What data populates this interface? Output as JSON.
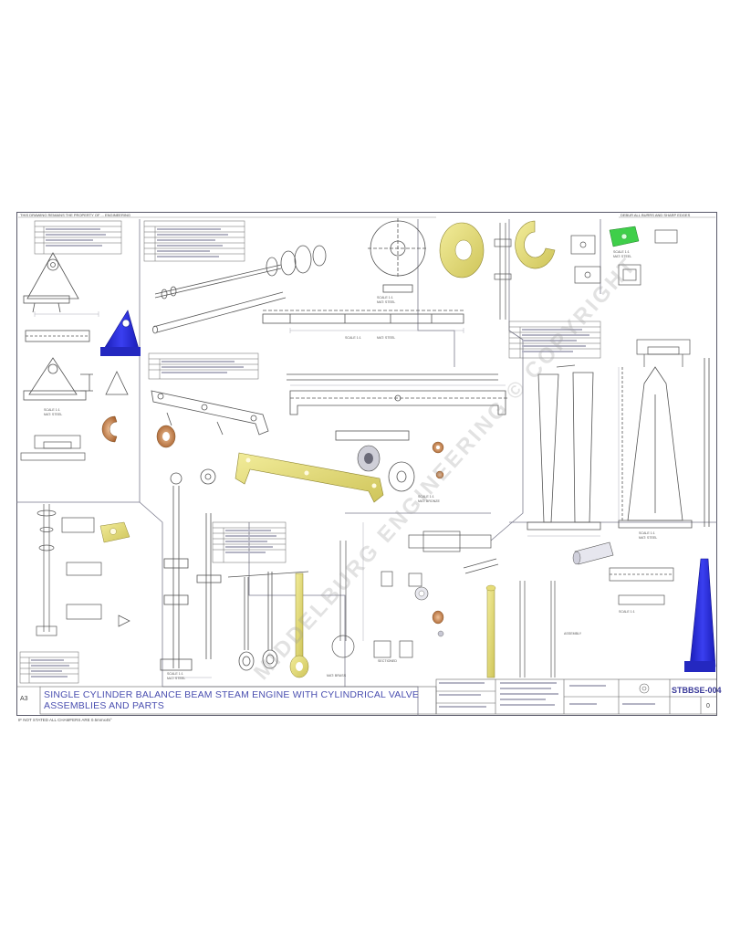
{
  "drawing": {
    "title_line1": "SINGLE CYLINDER BALANCE BEAM STEAM ENGINE WITH CYLINDRICAL VALVE",
    "title_line2": "ASSEMBLIES AND PARTS",
    "drawing_number": "STBBSE-004",
    "sheet_size": "A3",
    "revision": "0",
    "footnote": "IF NOT STATED ALL CHAMFERS ARE 0.5mmx45°",
    "watermark": "MIDDELBURG ENGINEERING © COPYRIGHT"
  },
  "notes": {
    "top_left_legal": "THIS DRAWING REMAINS THE PROPERTY OF ... ENGINEERING",
    "top_right_deburr": "DEBUR ALL BURRS AND SHARP EDGES",
    "scale_1_1": "SCALE 1:1",
    "mat_steel": "MAT: STEEL",
    "mat_bronze": "MAT: BRONZE",
    "mat_brass": "MAT: BRASS",
    "assembly": "ASSEMBLY",
    "sectioned": "SECTIONED"
  },
  "colors": {
    "line": "#6e6e80",
    "blue_part": "#2b2fd1",
    "yellow_part": "#e8e07a",
    "bronze_part": "#c07a42",
    "green_part": "#3fcf4a",
    "title_text": "#4a4fb0"
  }
}
